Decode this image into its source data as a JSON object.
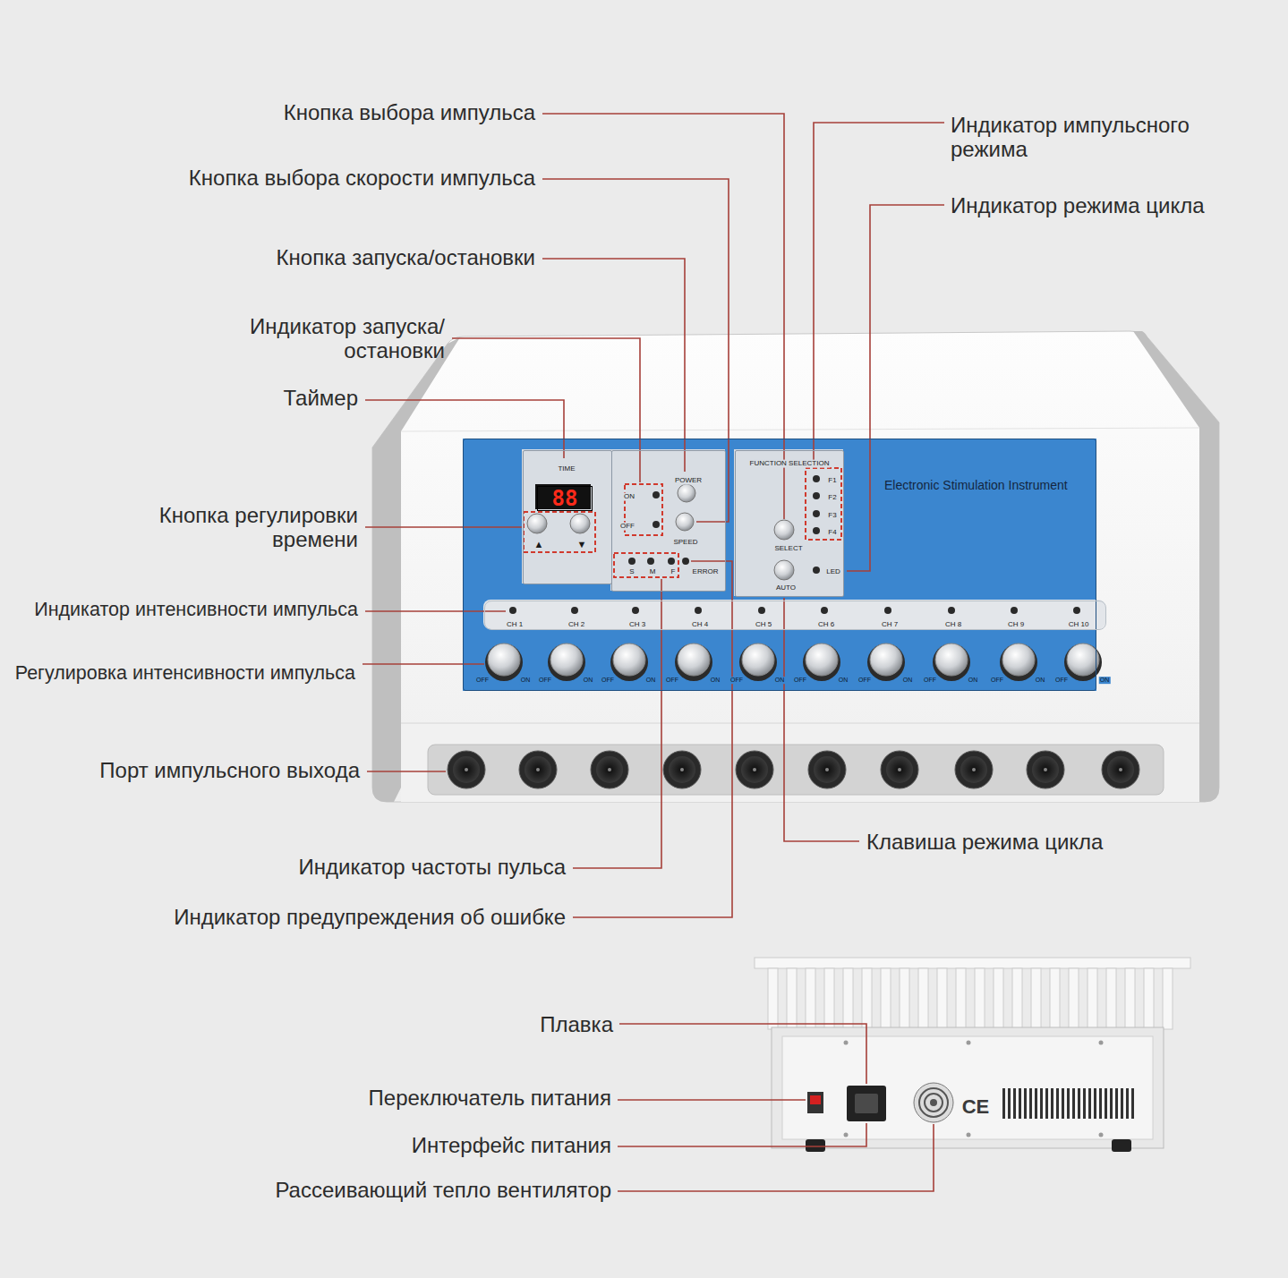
{
  "diagram": {
    "nodes": [
      {
        "text": [
          "Electronic Stimulation Instrument"
        ]
      },
      {
        "text": [
          "TIME",
          "▲",
          "▼"
        ],
        "in": 0
      },
      {
        "text": [
          "88"
        ],
        "in": 1
      },
      {
        "text": [
          "ON",
          "OFF",
          "POWER",
          "SPEED",
          "S",
          "M",
          "F",
          "ERROR"
        ],
        "in": 0
      },
      {
        "text": [
          "FUNCTION SELECTION",
          "F1",
          "F2",
          "F3",
          "F4",
          "SELECT",
          "AUTO",
          "LED"
        ],
        "in": 0
      },
      {
        "text": [
          "CH 1",
          "CH 2",
          "CH 3",
          "CH 4",
          "CH 5",
          "CH 6",
          "CH 7",
          "CH 8",
          "CH 9",
          "CH 10"
        ],
        "in": 0
      }
    ],
    "labels": [
      "Кнопка выбора импульса",
      "Индикатор импульсного режима",
      "Кнопка выбора скорости импульса",
      "Индикатор режима цикла",
      "Кнопка запуска/остановки",
      "Индикатор запуска/ остановки",
      "Таймер",
      "Кнопка регулировки времени",
      "Индикатор интенсивности импульса",
      "Регулировка интенсивности импульса",
      "OFF",
      "ON",
      "OFF",
      "ON",
      "OFF",
      "ON",
      "OFF",
      "ON",
      "OFF",
      "ON",
      "OFF",
      "ON",
      "OFF",
      "ON",
      "OFF",
      "ON",
      "OFF",
      "ON",
      "OFF",
      "ON",
      "Порт импульсного выхода",
      "Клавиша режима цикла",
      "Индикатор частоты пульса",
      "Индикатор предупреждения об ошибке",
      "Плавка",
      "CE",
      "Переключатель питания",
      "Интерфейс питания",
      "Рассеивающий тепло вентилятор"
    ]
  }
}
